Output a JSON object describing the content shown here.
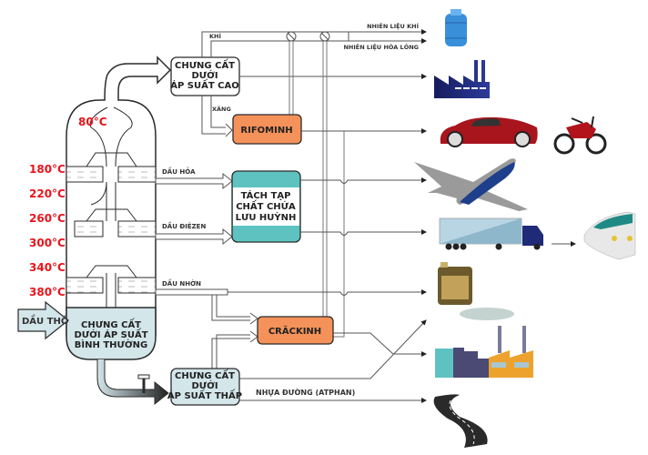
{
  "colors": {
    "line": "#555555",
    "outline": "#2b2b2b",
    "temp_red": "#e8141b",
    "rifominh_fill": "#f4925a",
    "crackinh_fill": "#f4925a",
    "sulfur_teal": "#5ec3c0",
    "pale_blue": "#d3e6ea",
    "factory_navy": "#1f2a78"
  },
  "column": {
    "temperatures": [
      "80°C",
      "180°C",
      "220°C",
      "260°C",
      "300°C",
      "340°C",
      "380°C"
    ],
    "feed_label": "DẦU THÔ",
    "base_label_lines": [
      "CHƯNG CẤT",
      "DƯỚI ÁP SUẤT",
      "BÌNH THƯỜNG"
    ]
  },
  "streams": {
    "kerosene": "DẦU HỎA",
    "diesel": "DẦU ĐIÊZEN",
    "lube": "DẦU NHỜN",
    "gas": "KHÍ",
    "gasoline": "XĂNG",
    "fuel_gas": "NHIÊN LIỆU KHÍ",
    "lpg": "NHIÊN LIỆU HÓA LỎNG",
    "asphalt": "NHỰA ĐƯỜNG (ATPHAN)"
  },
  "units": {
    "high_pressure": [
      "CHƯNG CẤT",
      "DƯỚI",
      "ÁP SUẤT CAO"
    ],
    "reforming": "RIFOMINH",
    "desulfurization": [
      "TÁCH TẠP",
      "CHẤT CHỨA",
      "LƯU HUỲNH"
    ],
    "cracking": "CRĂCKINH",
    "vacuum": [
      "CHƯNG CẤT",
      "DƯỚI",
      "ÁP SUẤT THẤP"
    ]
  },
  "products": [
    {
      "icon": "gas-cylinder-icon"
    },
    {
      "icon": "factory-icon"
    },
    {
      "icon": "car-icon"
    },
    {
      "icon": "motorcycle-icon"
    },
    {
      "icon": "airplane-icon"
    },
    {
      "icon": "truck-icon"
    },
    {
      "icon": "train-icon"
    },
    {
      "icon": "engine-oil-icon"
    },
    {
      "icon": "industrial-plant-icon"
    },
    {
      "icon": "road-icon"
    }
  ]
}
